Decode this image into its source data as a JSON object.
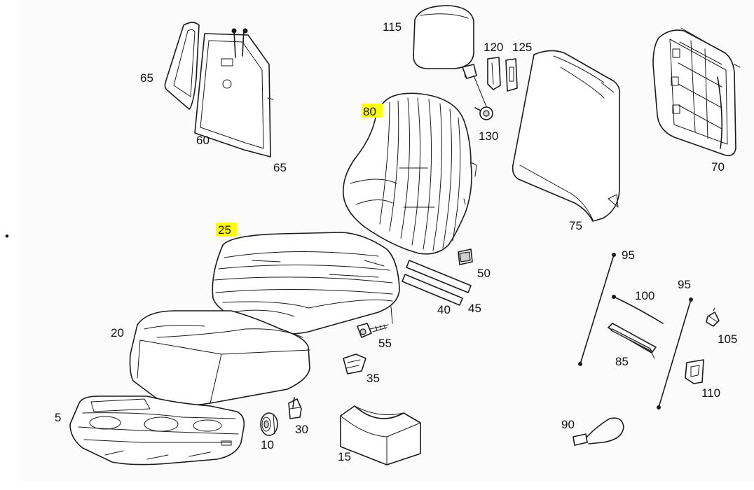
{
  "bullet": "•",
  "highlight_color": "#ffff00",
  "parts": {
    "p115": "115",
    "p120": "120",
    "p125": "125",
    "p130": "130",
    "p80": "80",
    "p65a": "65",
    "p60": "60",
    "p65b": "65",
    "p70": "70",
    "p75": "75",
    "p25": "25",
    "p50": "50",
    "p40": "40",
    "p45": "45",
    "p95a": "95",
    "p95b": "95",
    "p100": "100",
    "p105": "105",
    "p85": "85",
    "p110": "110",
    "p20": "20",
    "p55": "55",
    "p35": "35",
    "p5": "5",
    "p10": "10",
    "p30": "30",
    "p15": "15",
    "p90": "90"
  }
}
